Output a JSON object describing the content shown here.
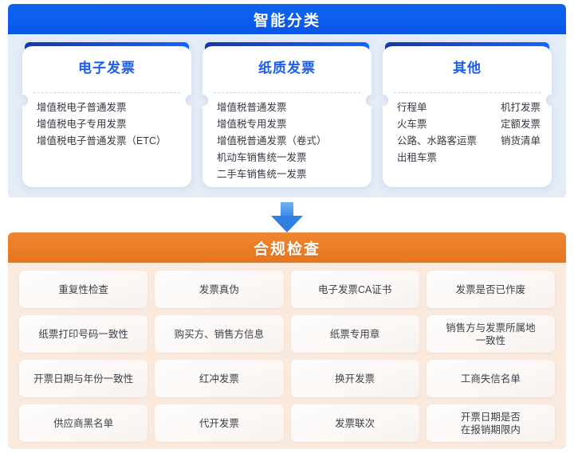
{
  "classification": {
    "header_title": "智能分类",
    "cards": [
      {
        "title": "电子发票",
        "layout": "single",
        "items": [
          "增值税电子普通发票",
          "增值税电子专用发票",
          "增值税电子普通发票（ETC）"
        ]
      },
      {
        "title": "纸质发票",
        "layout": "single",
        "items": [
          "增值税普通发票",
          "增值税专用发票",
          "增值税普通发票（卷式）",
          "机动车销售统一发票",
          "二手车销售统一发票"
        ]
      },
      {
        "title": "其他",
        "layout": "two-col",
        "items": [
          "行程单",
          "机打发票",
          "火车票",
          "定额发票",
          "公路、水路客运票",
          "销货清单",
          "出租车票",
          ""
        ]
      }
    ]
  },
  "arrow": {
    "icon": "arrow-down-icon"
  },
  "compliance": {
    "header_title": "合规检查",
    "checks": [
      "重复性检查",
      "发票真伪",
      "电子发票CA证书",
      "发票是否已作废",
      "纸票打印号码一致性",
      "购买方、销售方信息",
      "纸票专用章",
      "销售方与发票所属地\n一致性",
      "开票日期与年份一致性",
      "红冲发票",
      "换开发票",
      "工商失信名单",
      "供应商黑名单",
      "代开发票",
      "发票联次",
      "开票日期是否\n在报销期限内"
    ]
  },
  "colors": {
    "classification_header": "#0b5ef0",
    "classification_panel_bg": "#e3ecf7",
    "card_title": "#1b5cf0",
    "card_strip_from": "#1338a8",
    "card_strip_to": "#1464ff",
    "compliance_header": "#ea7c26",
    "compliance_panel_bg": "#fae9dd",
    "arrow": "#2f7fe0"
  }
}
